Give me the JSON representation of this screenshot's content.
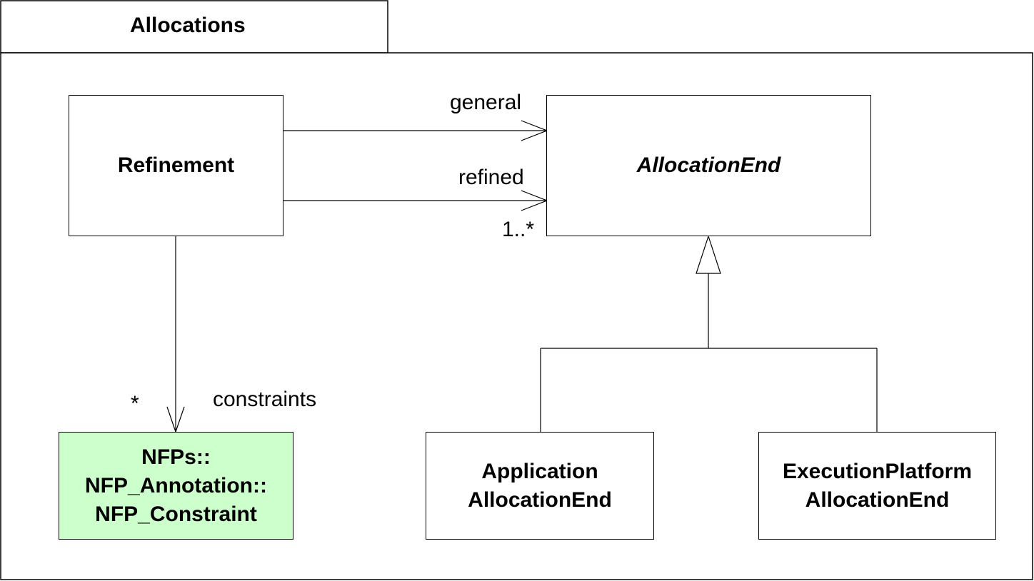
{
  "package": {
    "name": "Allocations"
  },
  "classes": {
    "refinement": {
      "name": "Refinement"
    },
    "allocation_end": {
      "name": "AllocationEnd",
      "abstract": true
    },
    "nfp_constraint": {
      "line1": "NFPs::",
      "line2": "NFP_Annotation::",
      "line3": "NFP_Constraint",
      "fill": "#ccffcc"
    },
    "application_allocation_end": {
      "line1": "Application",
      "line2": "AllocationEnd"
    },
    "execution_platform_allocation_end": {
      "line1": "ExecutionPlatform",
      "line2": "AllocationEnd"
    }
  },
  "associations": {
    "general": {
      "role": "general"
    },
    "refined": {
      "role": "refined",
      "multiplicity": "1..*"
    },
    "constraints": {
      "role": "constraints",
      "multiplicity": "*"
    }
  }
}
